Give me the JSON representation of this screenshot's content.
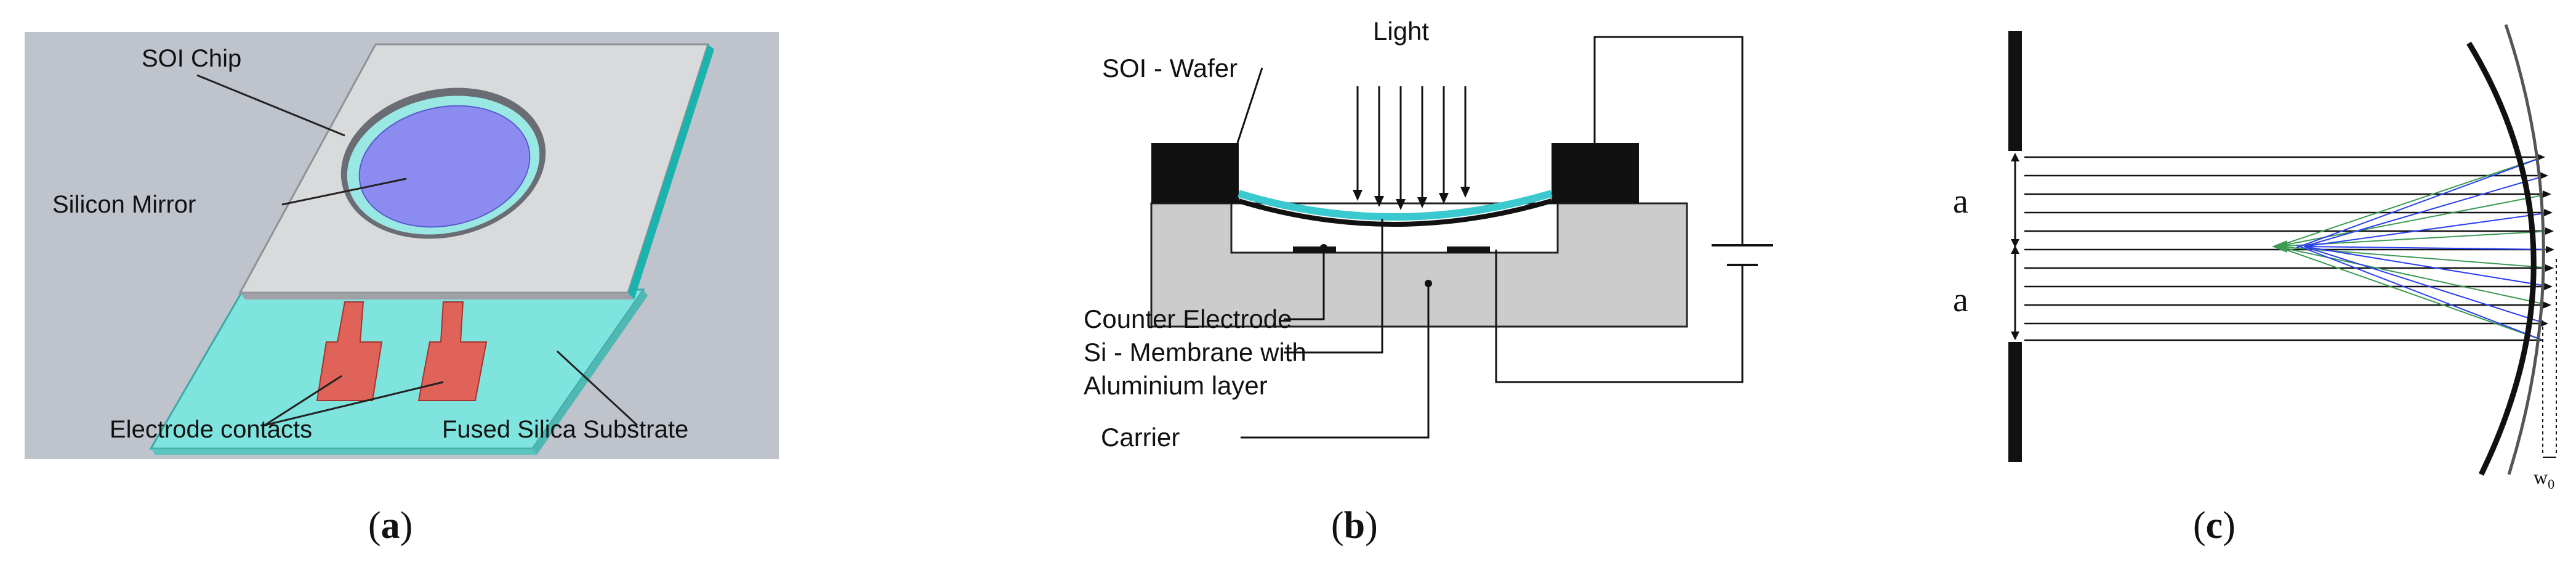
{
  "figure": {
    "panels": [
      {
        "id": "a",
        "caption_letter": "a",
        "labels": {
          "chip": "SOI Chip",
          "mirror": "Silicon Mirror",
          "contacts": "Electrode contacts",
          "substrate": "Fused Silica Substrate"
        }
      },
      {
        "id": "b",
        "caption_letter": "b",
        "labels": {
          "wafer": "SOI - Wafer",
          "light": "Light",
          "counter_electrode": "Counter Electrode",
          "membrane_line1": "Si - Membrane with",
          "membrane_line2": "Aluminium layer",
          "carrier": "Carrier"
        }
      },
      {
        "id": "c",
        "caption_letter": "c",
        "labels": {
          "aperture_upper": "a",
          "aperture_lower": "a",
          "waist": "w",
          "waist_sub": "0"
        }
      }
    ]
  },
  "colors": {
    "background_a": "#bfc3cc",
    "chip": "#d9dadc",
    "mirror": "#8c8cf0",
    "substrate": "#7fe3de",
    "electrode": "#e0635a",
    "membrane": "#39c9cf",
    "carrier": "#cccccc",
    "ray_blue": "#2a3ff0",
    "ray_green": "#3c9a55"
  }
}
